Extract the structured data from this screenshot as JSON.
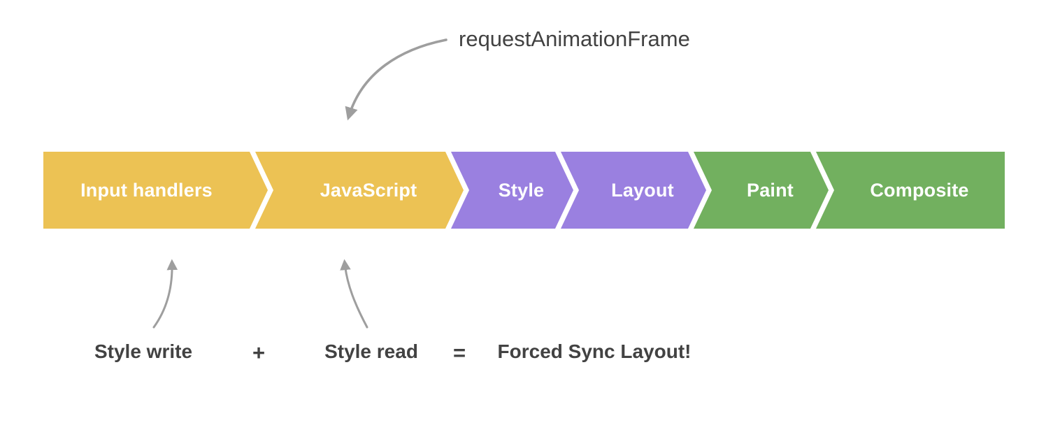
{
  "diagram": {
    "raf_label": "requestAnimationFrame",
    "stages": [
      {
        "label": "Input handlers",
        "color": "#ECC254"
      },
      {
        "label": "JavaScript",
        "color": "#ECC254"
      },
      {
        "label": "Style",
        "color": "#9A80E0"
      },
      {
        "label": "Layout",
        "color": "#9A80E0"
      },
      {
        "label": "Paint",
        "color": "#72B05F"
      },
      {
        "label": "Composite",
        "color": "#72B05F"
      }
    ],
    "equation": {
      "style_write": "Style write",
      "plus": "+",
      "style_read": "Style read",
      "equals": "=",
      "result": "Forced Sync Layout!"
    },
    "colors": {
      "arrow": "#9E9E9E",
      "annotation_text": "#424242",
      "stage_text": "#FFFFFF"
    }
  }
}
